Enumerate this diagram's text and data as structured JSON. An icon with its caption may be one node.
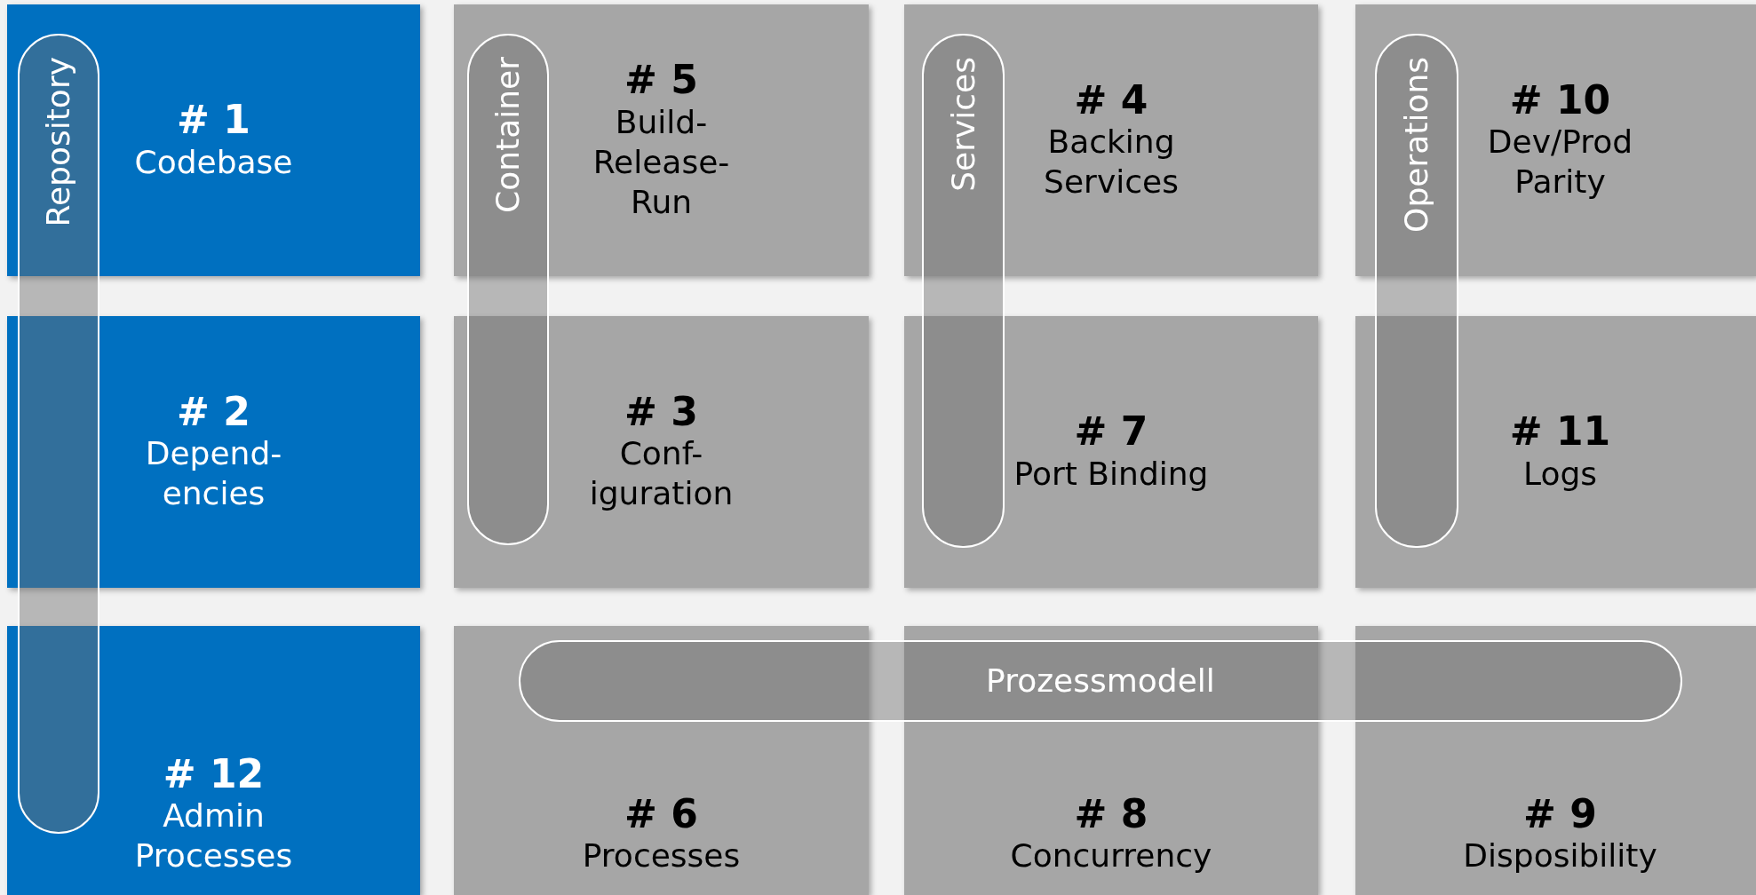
{
  "diagram": {
    "nodes": [
      {
        "text": [
          "# 1",
          "Codebase"
        ]
      },
      {
        "text": [
          "# 5",
          "Build- Release- Run"
        ]
      },
      {
        "text": [
          "# 4",
          "Backing Services"
        ]
      },
      {
        "text": [
          "# 10",
          "Dev/Prod Parity"
        ]
      },
      {
        "text": [
          "# 2",
          "Depend- encies"
        ]
      },
      {
        "text": [
          "# 3",
          "Conf- iguration"
        ]
      },
      {
        "text": [
          "# 7",
          "Port Binding"
        ]
      },
      {
        "text": [
          "# 11",
          "Logs"
        ]
      },
      {
        "text": [
          "# 12",
          "Admin Processes"
        ]
      },
      {
        "text": [
          "# 6",
          "Processes"
        ]
      },
      {
        "text": [
          "# 8",
          "Concurrency"
        ]
      },
      {
        "text": [
          "# 9",
          "Disposibility"
        ]
      },
      {
        "text": [
          "Repository"
        ]
      },
      {
        "text": [
          "Container"
        ]
      },
      {
        "text": [
          "Services"
        ]
      },
      {
        "text": [
          "Operations"
        ]
      },
      {
        "text": [
          "Prozessmodell"
        ]
      }
    ]
  }
}
